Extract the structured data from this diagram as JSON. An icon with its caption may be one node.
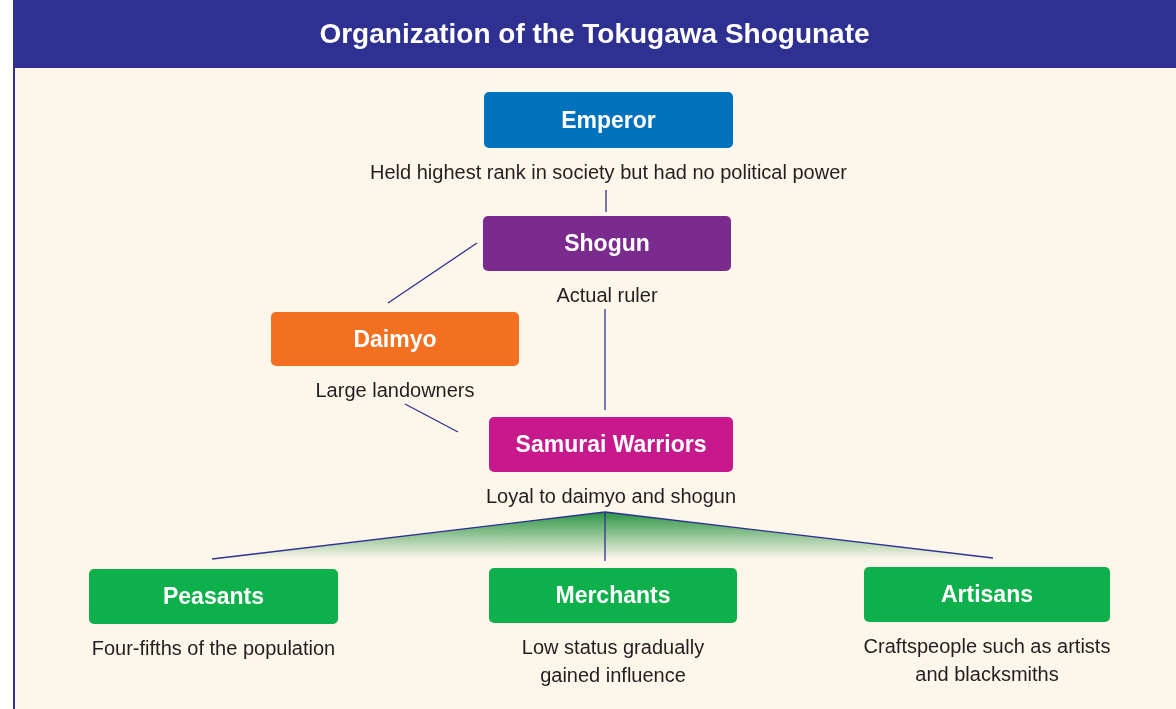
{
  "diagram": {
    "title": "Organization of the Tokugawa Shogunate",
    "nodes": [
      {
        "text": [
          "Emperor"
        ],
        "beside": [
          "Held highest rank in society but had no political power"
        ]
      },
      {
        "text": [
          "Shogun"
        ],
        "beside": [
          "Actual ruler"
        ]
      },
      {
        "text": [
          "Daimyo"
        ],
        "beside": [
          "Large landowners"
        ]
      },
      {
        "text": [
          "Samurai Warriors"
        ],
        "beside": [
          "Loyal to daimyo and shogun"
        ]
      },
      {
        "text": [
          "Peasants"
        ],
        "beside": [
          "Four-fifths of the population"
        ]
      },
      {
        "text": [
          "Merchants"
        ],
        "beside": [
          "Low status gradually gained influence"
        ]
      },
      {
        "text": [
          "Artisans"
        ],
        "beside": [
          "Craftspeople such as artists and blacksmiths"
        ]
      }
    ],
    "edges": [
      {
        "from": 0,
        "to": 1,
        "arrow": "none"
      },
      {
        "from": 1,
        "to": 2,
        "arrow": "none"
      },
      {
        "from": 1,
        "to": 3,
        "arrow": "none"
      },
      {
        "from": 2,
        "to": 3,
        "arrow": "none"
      },
      {
        "from": 3,
        "to": 4,
        "arrow": "none"
      },
      {
        "from": 3,
        "to": 5,
        "arrow": "none"
      },
      {
        "from": 3,
        "to": 6,
        "arrow": "none"
      }
    ]
  }
}
